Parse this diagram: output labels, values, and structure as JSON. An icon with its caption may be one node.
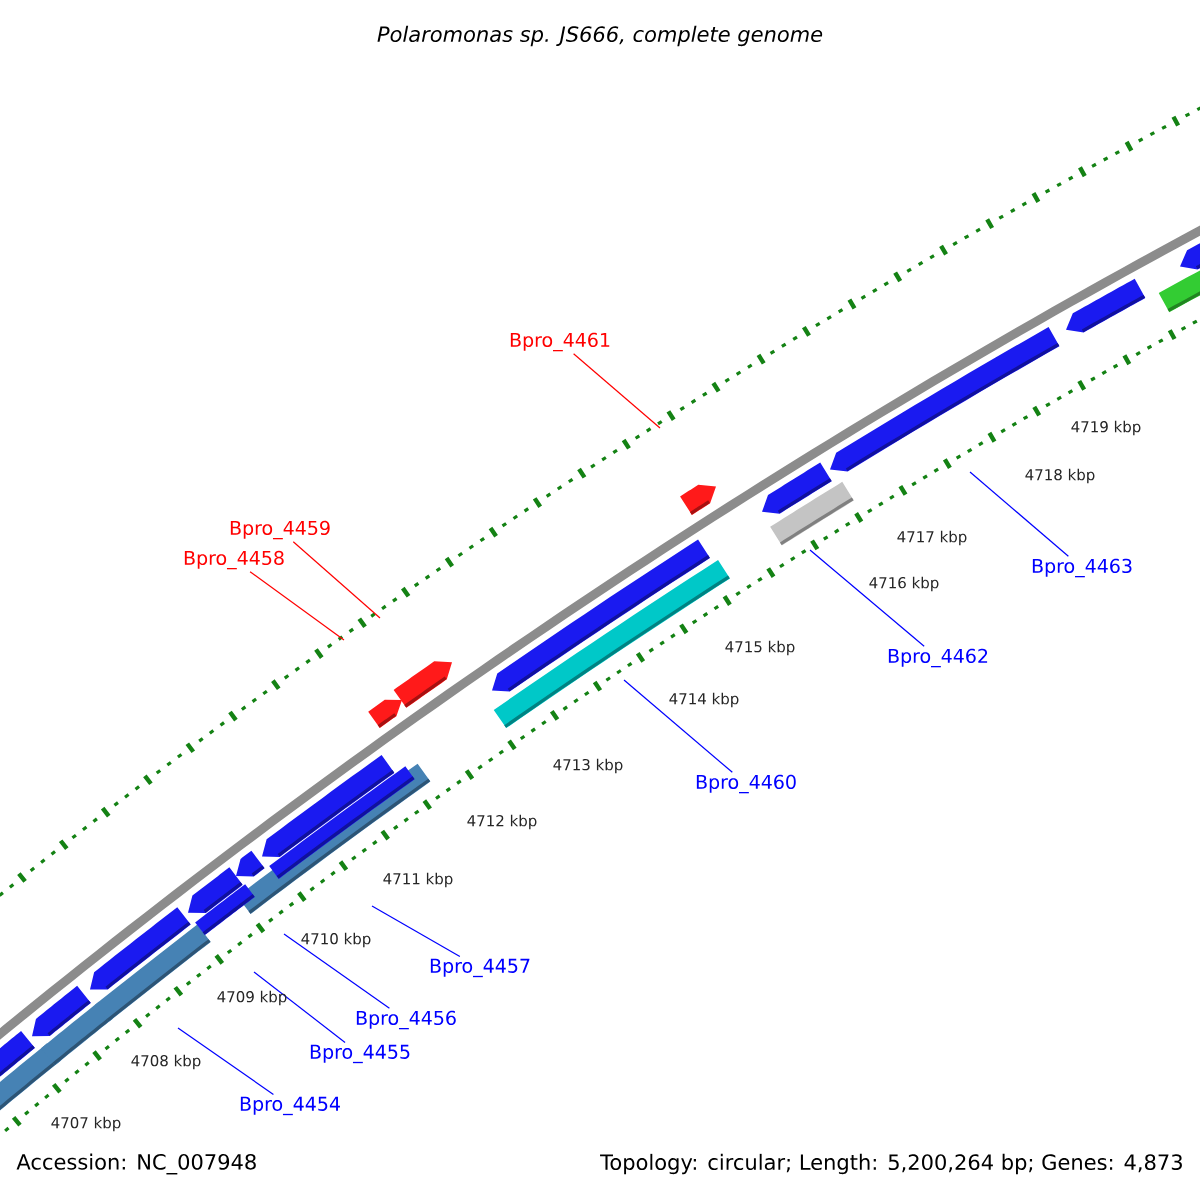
{
  "diagram": {
    "title": "Polaromonas sp. JS666, complete genome",
    "nodes": [
      {
        "text": [
          "Bpro_4461"
        ]
      },
      {
        "text": [
          "Bpro_4459"
        ]
      },
      {
        "text": [
          "Bpro_4458"
        ]
      },
      {
        "text": [
          "Bpro_4463"
        ]
      },
      {
        "text": [
          "Bpro_4462"
        ]
      },
      {
        "text": [
          "Bpro_4460"
        ]
      },
      {
        "text": [
          "Bpro_4457"
        ]
      },
      {
        "text": [
          "Bpro_4456"
        ]
      },
      {
        "text": [
          "Bpro_4455"
        ]
      },
      {
        "text": [
          "Bpro_4454"
        ]
      }
    ],
    "edges": [
      {
        "from": 0,
        "to": null,
        "arrow": "none",
        "color": "#ff0000"
      },
      {
        "from": 1,
        "to": null,
        "arrow": "none",
        "color": "#ff0000"
      },
      {
        "from": 2,
        "to": null,
        "arrow": "none",
        "color": "#ff0000"
      },
      {
        "from": 3,
        "to": null,
        "arrow": "none"
      },
      {
        "from": 4,
        "to": null,
        "arrow": "none"
      },
      {
        "from": 5,
        "to": null,
        "arrow": "none"
      },
      {
        "from": 6,
        "to": null,
        "arrow": "none"
      },
      {
        "from": 7,
        "to": null,
        "arrow": "none"
      },
      {
        "from": 8,
        "to": null,
        "arrow": "none"
      },
      {
        "from": 9,
        "to": null,
        "arrow": "none"
      }
    ],
    "labels": [
      "4719 kbp",
      "4718 kbp",
      "4717 kbp",
      "4716 kbp",
      "4715 kbp",
      "4714 kbp",
      "4713 kbp",
      "4712 kbp",
      "4711 kbp",
      "4710 kbp",
      "4709 kbp",
      "4708 kbp",
      "4707 kbp",
      "Accession: NC_007948",
      "Topology: circular; Length: 5,200,264 bp; Genes: 4,873"
    ]
  }
}
